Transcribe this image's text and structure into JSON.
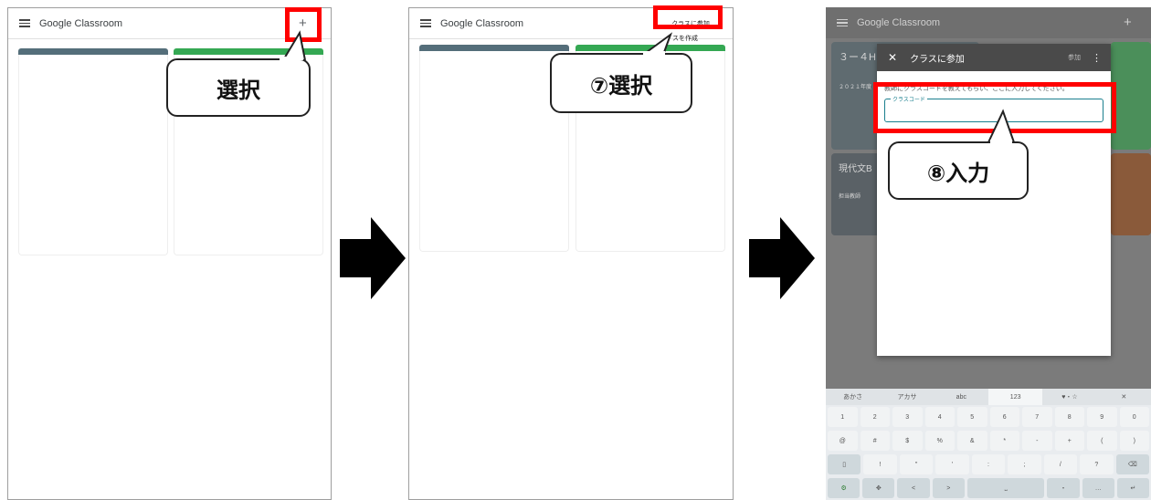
{
  "app": {
    "title": "Google Classroom",
    "plus_icon": "+"
  },
  "steps": {
    "step1": {
      "callout": "選択"
    },
    "step2": {
      "menu_join": "クラスに参加",
      "menu_create": "スを作成",
      "callout": "⑦選択"
    },
    "step3": {
      "dialog_title": "クラスに参加",
      "dialog_close": "✕",
      "dialog_join_button": "参加",
      "dialog_menu_icon": "⋮",
      "instruction": "教師にクラスコードを教えてもらい、ここに入力してください。",
      "code_field_label": "クラスコード",
      "bg_card_1": "３ー４H",
      "bg_card_1_sub": "２０２１年度",
      "bg_card_2": "現代文B",
      "bg_card_2_sub": "担当教師",
      "callout": "⑧入力"
    }
  },
  "keyboard": {
    "tabs": [
      "あかさ",
      "アカサ",
      "abc",
      "123",
      "♥・☆",
      "✕"
    ],
    "row1": [
      "1",
      "2",
      "3",
      "4",
      "5",
      "6",
      "7",
      "8",
      "9",
      "0"
    ],
    "row2": [
      "@",
      "#",
      "$",
      "%",
      "&",
      "*",
      "-",
      "+",
      "(",
      ")"
    ],
    "row3": [
      "▯",
      "!",
      "\"",
      "'",
      ":",
      ";",
      "/",
      "?",
      "⌫"
    ],
    "row4": [
      "⚙",
      "✥",
      "<",
      ">",
      "⎵",
      "・",
      "…",
      "↵"
    ]
  },
  "colors": {
    "highlight": "#ff0000",
    "card_teal": "#546e7a",
    "card_green": "#34a853",
    "dim": "#7b7b7b"
  },
  "icons": [
    "menu-icon",
    "plus-icon",
    "arrow-right-icon",
    "close-icon",
    "more-vert-icon"
  ]
}
